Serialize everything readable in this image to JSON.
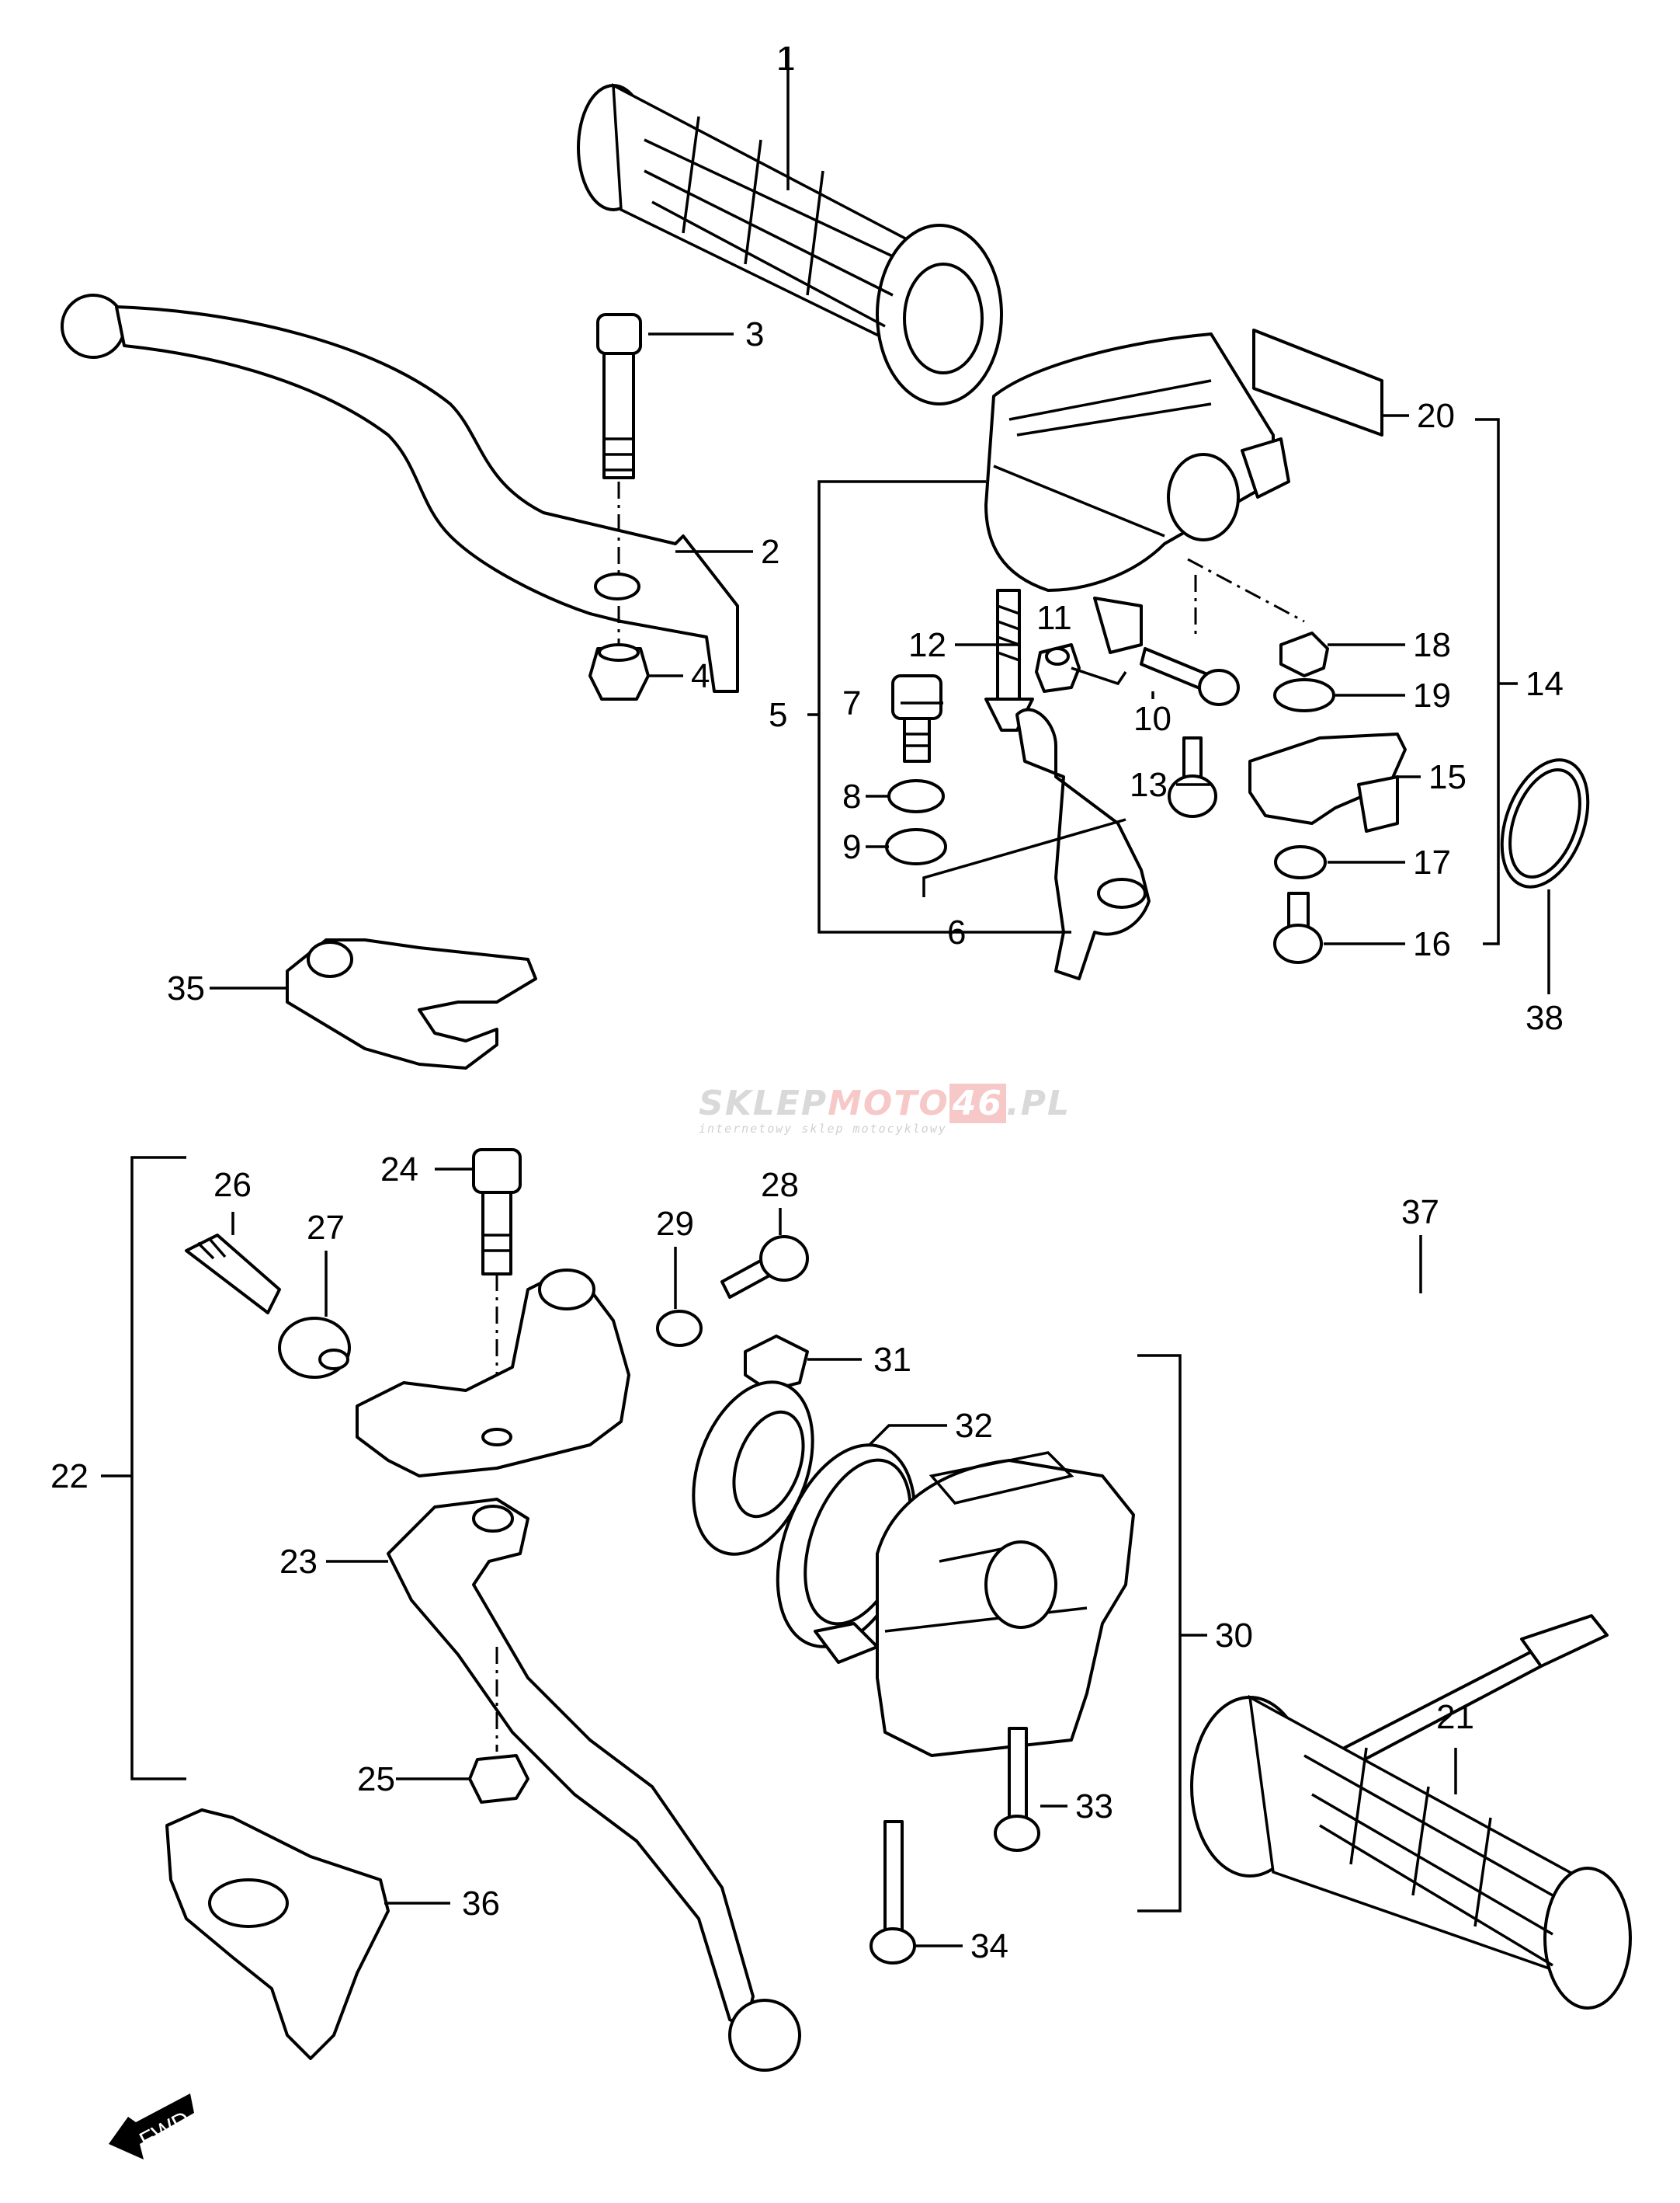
{
  "diagram": {
    "title": "Handlebar switches, levers and grips exploded view",
    "watermark": {
      "brand_gray": "SKLEP",
      "brand_red": "MOTO",
      "brand_box": "46",
      "brand_tld": ".PL",
      "tagline": "internetowy sklep motocyklowy"
    },
    "direction_arrow": "FWD",
    "callouts": [
      {
        "id": "1",
        "label": "1"
      },
      {
        "id": "2",
        "label": "2"
      },
      {
        "id": "3",
        "label": "3"
      },
      {
        "id": "4",
        "label": "4"
      },
      {
        "id": "5",
        "label": "5"
      },
      {
        "id": "6",
        "label": "6"
      },
      {
        "id": "7",
        "label": "7"
      },
      {
        "id": "8",
        "label": "8"
      },
      {
        "id": "9",
        "label": "9"
      },
      {
        "id": "10",
        "label": "10"
      },
      {
        "id": "11",
        "label": "11"
      },
      {
        "id": "12",
        "label": "12"
      },
      {
        "id": "13",
        "label": "13"
      },
      {
        "id": "14",
        "label": "14"
      },
      {
        "id": "15",
        "label": "15"
      },
      {
        "id": "16",
        "label": "16"
      },
      {
        "id": "17",
        "label": "17"
      },
      {
        "id": "18",
        "label": "18"
      },
      {
        "id": "19",
        "label": "19"
      },
      {
        "id": "20",
        "label": "20"
      },
      {
        "id": "21",
        "label": "21"
      },
      {
        "id": "22",
        "label": "22"
      },
      {
        "id": "23",
        "label": "23"
      },
      {
        "id": "24",
        "label": "24"
      },
      {
        "id": "25",
        "label": "25"
      },
      {
        "id": "26",
        "label": "26"
      },
      {
        "id": "27",
        "label": "27"
      },
      {
        "id": "28",
        "label": "28"
      },
      {
        "id": "29",
        "label": "29"
      },
      {
        "id": "30",
        "label": "30"
      },
      {
        "id": "31",
        "label": "31"
      },
      {
        "id": "32",
        "label": "32"
      },
      {
        "id": "33",
        "label": "33"
      },
      {
        "id": "34",
        "label": "34"
      },
      {
        "id": "35",
        "label": "35"
      },
      {
        "id": "36",
        "label": "36"
      },
      {
        "id": "37",
        "label": "37"
      },
      {
        "id": "38",
        "label": "38"
      }
    ]
  }
}
